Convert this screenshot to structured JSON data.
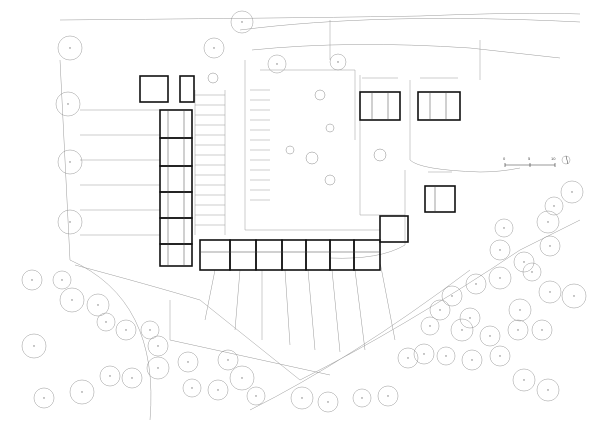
{
  "scale_bar": {
    "ticks": [
      "0",
      "5",
      "10"
    ]
  }
}
